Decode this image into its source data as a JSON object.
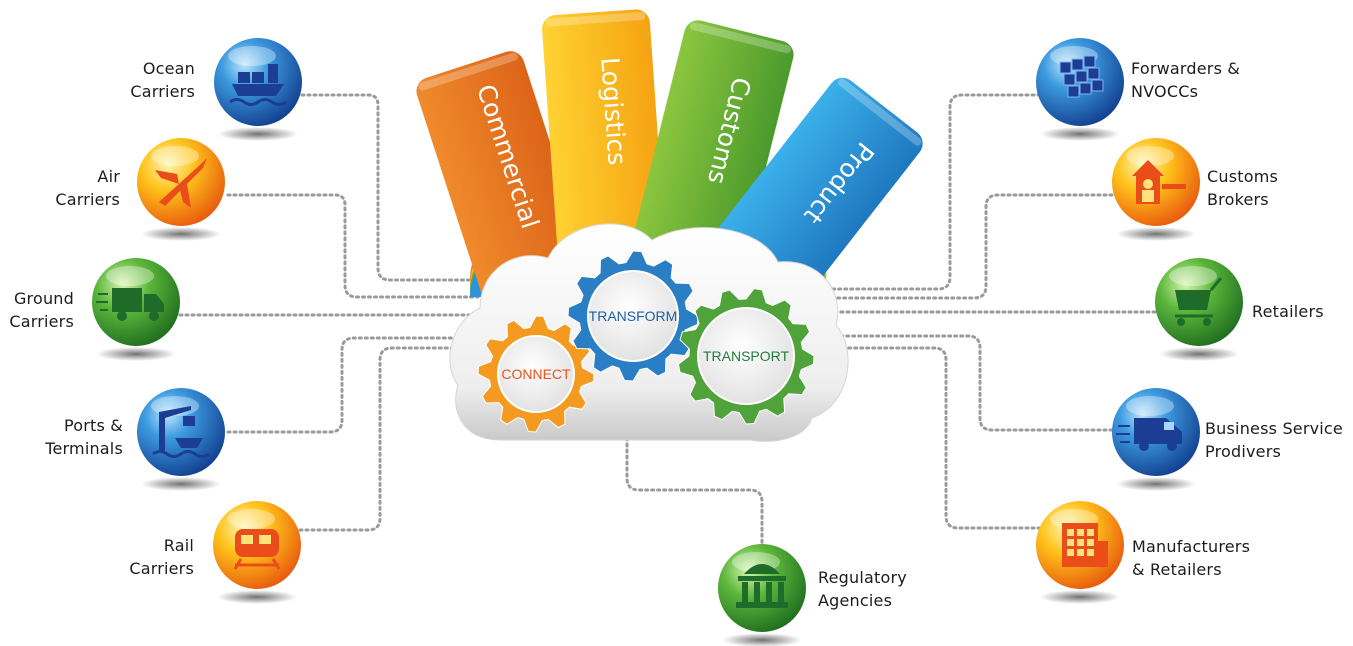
{
  "tabs": [
    {
      "id": "commercial",
      "label": "Commercial",
      "color": "#ec7a24"
    },
    {
      "id": "logistics",
      "label": "Logistics",
      "color": "#f7b21a"
    },
    {
      "id": "customs",
      "label": "Customs",
      "color": "#6cae35"
    },
    {
      "id": "product",
      "label": "Product",
      "color": "#2c94d4"
    }
  ],
  "gears": [
    {
      "id": "connect",
      "label": "CONNECT",
      "color": "#f49a20",
      "text_color": "#e8531e"
    },
    {
      "id": "transform",
      "label": "TRANSFORM",
      "color": "#2a7fc4",
      "text_color": "#1d5fa8"
    },
    {
      "id": "transport",
      "label": "TRANSPORT",
      "color": "#4fa33a",
      "text_color": "#1f7d3a"
    }
  ],
  "nodes_left": [
    {
      "id": "ocean",
      "lines": [
        "Ocean",
        "Carriers"
      ],
      "icon": "ship-icon",
      "theme": "blue"
    },
    {
      "id": "air",
      "lines": [
        "Air",
        "Carriers"
      ],
      "icon": "plane-icon",
      "theme": "orange"
    },
    {
      "id": "ground",
      "lines": [
        "Ground",
        "Carriers"
      ],
      "icon": "truck-icon",
      "theme": "green"
    },
    {
      "id": "ports",
      "lines": [
        "Ports &",
        "Terminals"
      ],
      "icon": "crane-icon",
      "theme": "blue"
    },
    {
      "id": "rail",
      "lines": [
        "Rail",
        "Carriers"
      ],
      "icon": "train-icon",
      "theme": "orange"
    }
  ],
  "nodes_right": [
    {
      "id": "forwarders",
      "lines": [
        "Forwarders &",
        "NVOCCs"
      ],
      "icon": "boxes-icon",
      "theme": "blue"
    },
    {
      "id": "brokers",
      "lines": [
        "Customs",
        "Brokers"
      ],
      "icon": "customs-booth-icon",
      "theme": "orange"
    },
    {
      "id": "retailers",
      "lines": [
        "Retailers"
      ],
      "icon": "cart-icon",
      "theme": "green"
    },
    {
      "id": "bsp",
      "lines": [
        "Business Service",
        "Prodivers"
      ],
      "icon": "van-icon",
      "theme": "blue"
    },
    {
      "id": "mfr",
      "lines": [
        "Manufacturers",
        "& Retailers"
      ],
      "icon": "factory-icon",
      "theme": "orange"
    }
  ],
  "node_bottom": {
    "id": "regulatory",
    "lines": [
      "Regulatory",
      "Agencies"
    ],
    "icon": "government-building-icon",
    "theme": "green"
  }
}
